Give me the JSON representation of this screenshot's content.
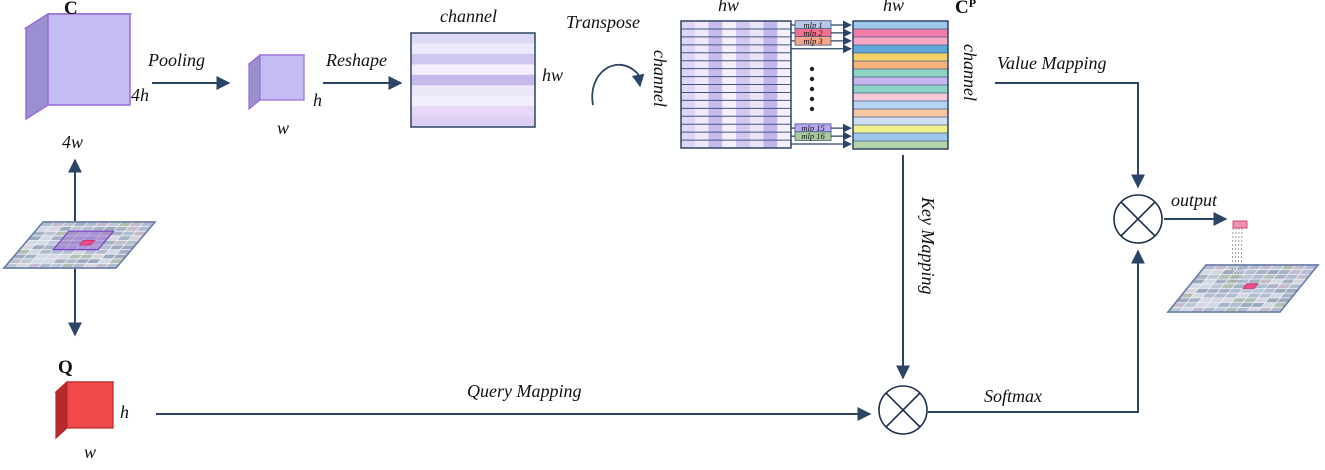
{
  "colors": {
    "arrow": "#2c4466",
    "purple_front": "#c4bdf3",
    "purple_top": "#d9d5fa",
    "purple_side": "#9a90cf",
    "purple_edge": "#9a6bd6",
    "red_front": "#f04a4a",
    "red_top": "#f78a8a",
    "red_side": "#b52a2a",
    "grid_border": "#6b7fa8"
  },
  "labels": {
    "C": "C",
    "C_prime": "C",
    "C_prime_sup": "P",
    "Q": "Q",
    "dim_4h": "4h",
    "dim_4w": "4w",
    "dim_h1": "h",
    "dim_w1": "w",
    "dim_hq": "h",
    "dim_wq": "w",
    "pooling": "Pooling",
    "reshape": "Reshape",
    "channel_top": "channel",
    "hw_side": "hw",
    "transpose": "Transpose",
    "hw_top_left": "hw",
    "hw_top_right": "hw",
    "channel_left_rot": "channel",
    "channel_right_rot": "channel",
    "value_mapping": "Value Mapping",
    "key_mapping": "Key Mapping",
    "output": "output",
    "query_mapping": "Query Mapping",
    "softmax": "Softmax"
  },
  "mlps": {
    "top": [
      "mlp 1",
      "mlp 2",
      "mlp 3"
    ],
    "bottom": [
      "mlp 15",
      "mlp 16"
    ],
    "colors": [
      "#b8c7e8",
      "#f2708f",
      "#f7a58a",
      "#b7a7f0",
      "#a9c99a"
    ]
  },
  "reshape_rows": [
    "#dcd8f5",
    "#ece9fa",
    "#cfc7ef",
    "#f6eefc",
    "#c6b8e8",
    "#ebe6f8",
    "#f3eefb",
    "#e6d8f6",
    "#dfcff2"
  ],
  "transposed_cols": [
    "#ddd6f6",
    "#efe9fb",
    "#c8bbe9",
    "#f4effb",
    "#d2c8f0",
    "#ebe5f9",
    "#c1b7ea",
    "#f5f1fc"
  ],
  "output_stripes": [
    "#9ec6e8",
    "#f07ca8",
    "#f6a9c4",
    "#5fa8d9",
    "#f3d26a",
    "#f6b27a",
    "#8fd4c2",
    "#c6b6ee",
    "#8fd3c7",
    "#f7c9d6",
    "#b7d4f2",
    "#f7c6a2",
    "#cfe0f5",
    "#f1f08c",
    "#9dc7ea",
    "#b4d3a6"
  ]
}
